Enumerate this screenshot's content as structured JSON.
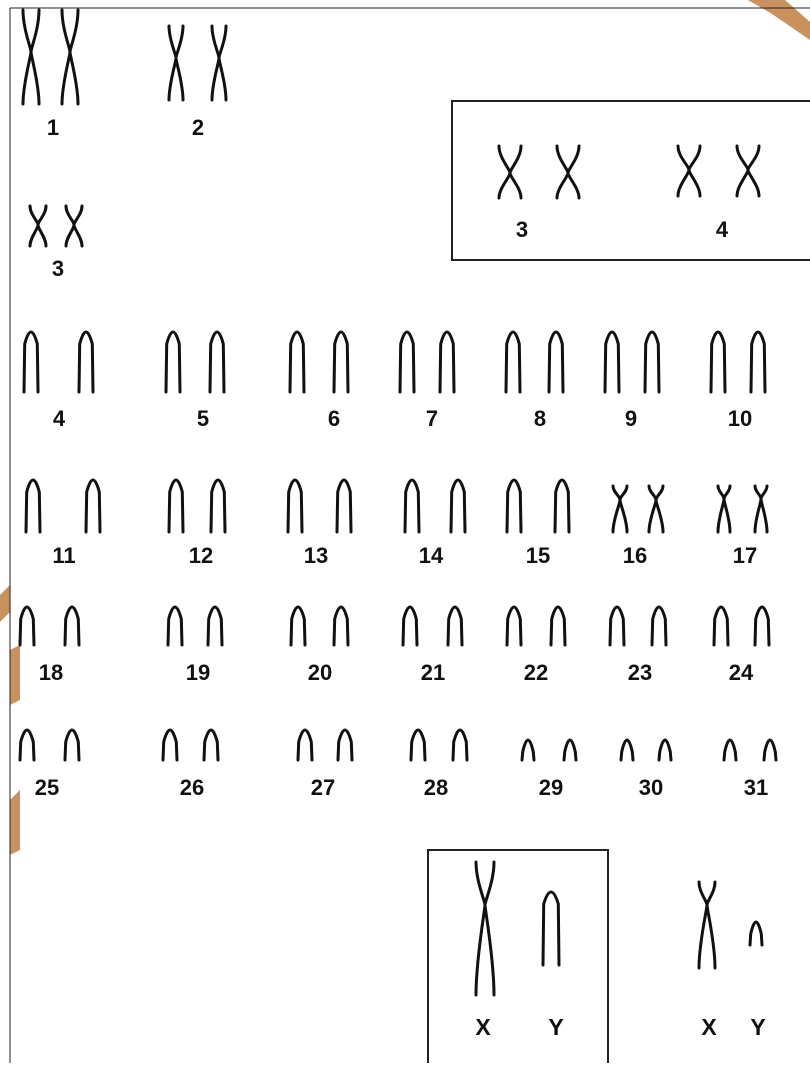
{
  "karyotype": {
    "groups": [
      {
        "label": "1",
        "type": "x"
      },
      {
        "label": "2",
        "type": "x"
      },
      {
        "label": "3",
        "type": "x"
      },
      {
        "label": "4",
        "type": "a"
      },
      {
        "label": "5",
        "type": "a"
      },
      {
        "label": "6",
        "type": "a"
      },
      {
        "label": "7",
        "type": "a"
      },
      {
        "label": "8",
        "type": "a"
      },
      {
        "label": "9",
        "type": "a"
      },
      {
        "label": "10",
        "type": "a"
      },
      {
        "label": "11",
        "type": "a"
      },
      {
        "label": "12",
        "type": "a"
      },
      {
        "label": "13",
        "type": "a"
      },
      {
        "label": "14",
        "type": "a"
      },
      {
        "label": "15",
        "type": "a"
      },
      {
        "label": "16",
        "type": "x"
      },
      {
        "label": "17",
        "type": "x"
      },
      {
        "label": "18",
        "type": "a"
      },
      {
        "label": "19",
        "type": "a"
      },
      {
        "label": "20",
        "type": "a"
      },
      {
        "label": "21",
        "type": "a"
      },
      {
        "label": "22",
        "type": "a"
      },
      {
        "label": "23",
        "type": "a"
      },
      {
        "label": "24",
        "type": "a"
      },
      {
        "label": "25",
        "type": "a"
      },
      {
        "label": "26",
        "type": "a"
      },
      {
        "label": "27",
        "type": "a"
      },
      {
        "label": "28",
        "type": "a"
      },
      {
        "label": "29",
        "type": "a"
      },
      {
        "label": "30",
        "type": "a"
      },
      {
        "label": "31",
        "type": "a"
      }
    ],
    "inset": {
      "labels": [
        "3",
        "4"
      ]
    },
    "sex_box": {
      "x_label": "X",
      "y_label": "Y"
    },
    "sex_outside": {
      "x_label": "X",
      "y_label": "Y"
    }
  },
  "colors": {
    "ink": "#111111",
    "border": "#222222",
    "accent": "#c8915e"
  }
}
